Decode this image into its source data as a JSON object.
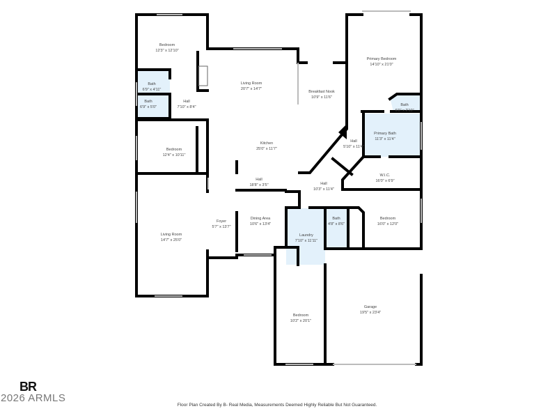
{
  "colors": {
    "wall": "#000000",
    "wet_room_fill": "#e3f1fb",
    "window": "#c8c8c8"
  },
  "rooms": [
    {
      "name": "Bedroom",
      "dims": "12'3\" x 12'10\""
    },
    {
      "name": "Bath",
      "dims": "6'9\" x 4'11\""
    },
    {
      "name": "Bath",
      "dims": "6'9\" x 5'0\""
    },
    {
      "name": "Hall",
      "dims": "7'10\" x 8'4\""
    },
    {
      "name": "Bedroom",
      "dims": "12'4\" x 10'11\""
    },
    {
      "name": "Living Room",
      "dims": "14'7\" x 25'0\""
    },
    {
      "name": "Living Room",
      "dims": "20'7\" x 14'7\""
    },
    {
      "name": "Breakfast Nook",
      "dims": "10'9\" x 11'6\""
    },
    {
      "name": "Kitchen",
      "dims": "25'0\" x 11'7\""
    },
    {
      "name": "Primary Bedroom",
      "dims": "14'10\" x 21'0\""
    },
    {
      "name": "Bath",
      "dims": "6'0\" x 2'10\""
    },
    {
      "name": "Primary Bath",
      "dims": "11'3\" x 11'4\""
    },
    {
      "name": "Hall",
      "dims": "5'10\" x 11'4\""
    },
    {
      "name": "W.I.C.",
      "dims": "16'0\" x 6'9\""
    },
    {
      "name": "Hall",
      "dims": "18'8\" x 3'5\""
    },
    {
      "name": "Hall",
      "dims": "10'3\" x 11'4\""
    },
    {
      "name": "Foyer",
      "dims": "5'7\" x 13'7\""
    },
    {
      "name": "Dining Area",
      "dims": "10'6\" x 13'4\""
    },
    {
      "name": "Laundry",
      "dims": "7'10\" x 11'11\""
    },
    {
      "name": "Bath",
      "dims": "4'8\" x 8'6\""
    },
    {
      "name": "Bedroom",
      "dims": "16'0\" x 12'0\""
    },
    {
      "name": "Bedroom",
      "dims": "10'2\" x 20'1\""
    },
    {
      "name": "Garage",
      "dims": "19'5\" x 23'4\""
    }
  ],
  "watermark": {
    "logo": "BR",
    "text": "2026 ARMLS"
  },
  "footer": "Floor Plan Created By B- Real Media, Measurements Deemed Highly Reliable But Not Guaranteed."
}
